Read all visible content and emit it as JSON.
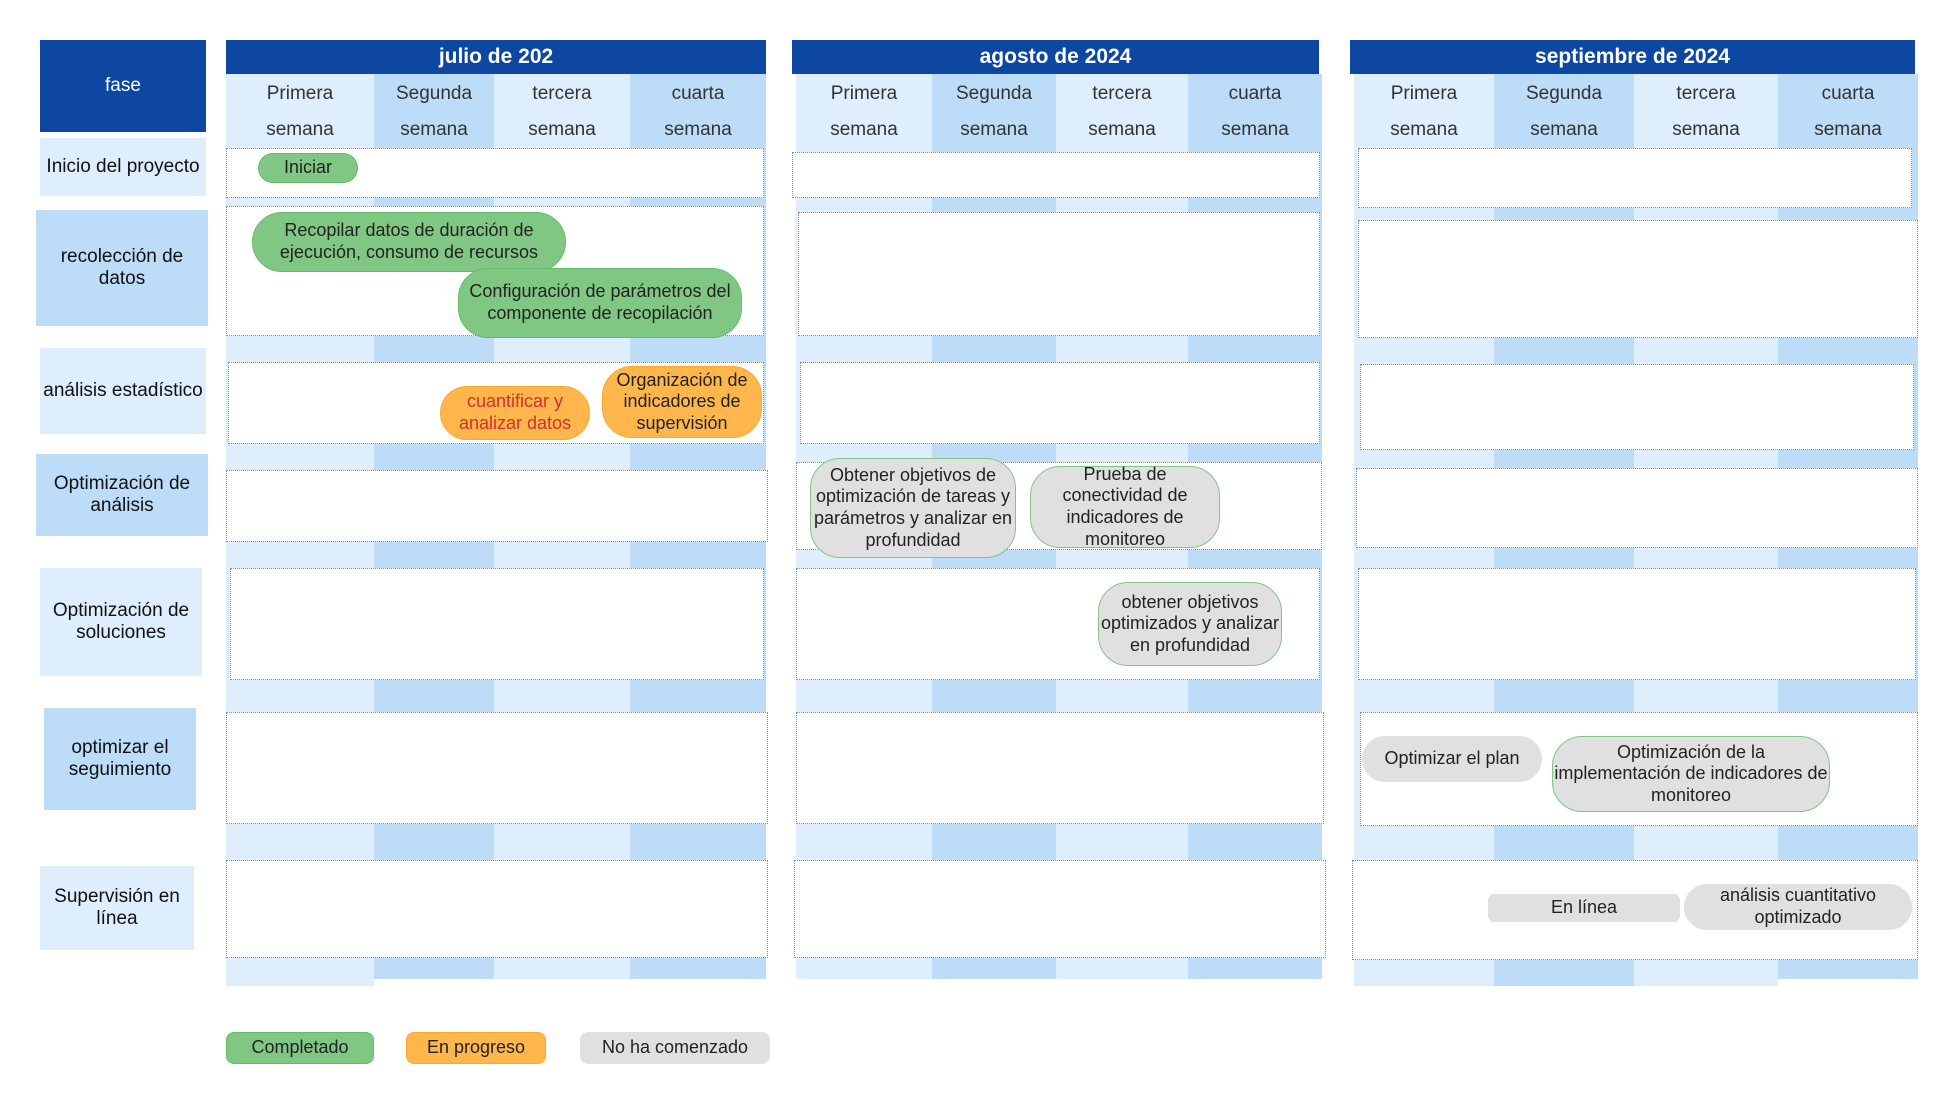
{
  "months": [
    {
      "title": "julio de 202",
      "weeks": [
        [
          "Primera",
          "semana"
        ],
        [
          "Segunda",
          "semana"
        ],
        [
          "tercera",
          "semana"
        ],
        [
          "cuarta",
          "semana"
        ]
      ]
    },
    {
      "title": "agosto de 2024",
      "weeks": [
        [
          "Primera",
          "semana"
        ],
        [
          "Segunda",
          "semana"
        ],
        [
          "tercera",
          "semana"
        ],
        [
          "cuarta",
          "semana"
        ]
      ]
    },
    {
      "title": "septiembre de 2024",
      "weeks": [
        [
          "Primera",
          "semana"
        ],
        [
          "Segunda",
          "semana"
        ],
        [
          "tercera",
          "semana"
        ],
        [
          "cuarta",
          "semana"
        ]
      ]
    }
  ],
  "phases": {
    "header": "fase",
    "items": [
      "Inicio del proyecto",
      "recolección de datos",
      "análisis estadístico",
      "Optimización de análisis",
      "Optimización de soluciones",
      "optimizar el seguimiento",
      "Supervisión en línea"
    ]
  },
  "tasks": {
    "iniciar": "Iniciar",
    "recopilar": "Recopilar datos de duración de ejecución, consumo de recursos",
    "configuracion": "Configuración de parámetros del componente de recopilación",
    "cuantificar": "cuantificar y analizar datos",
    "organizacion": "Organización de indicadores de supervisión",
    "obtener_objetivos": "Obtener objetivos de optimización de tareas y parámetros y analizar en profundidad",
    "prueba": "Prueba de conectividad de indicadores de monitoreo",
    "obtener_optimizados": "obtener objetivos optimizados y analizar en profundidad",
    "optimizar_plan": "Optimizar el plan",
    "optimizacion_impl": "Optimización de la implementación de indicadores de monitoreo",
    "en_linea": "En línea",
    "analisis_cuant": "análisis cuantitativo optimizado"
  },
  "legend": {
    "completado": "Completado",
    "en_progreso": "En progreso",
    "no_comenzado": "No ha comenzado"
  },
  "colors": {
    "header_blue": "#0d47a1",
    "col_light": "#deeefc",
    "col_dark": "#bcdcf8",
    "completed": "#81c784",
    "in_progress": "#ffb74d",
    "not_started": "#e0e0e0"
  }
}
